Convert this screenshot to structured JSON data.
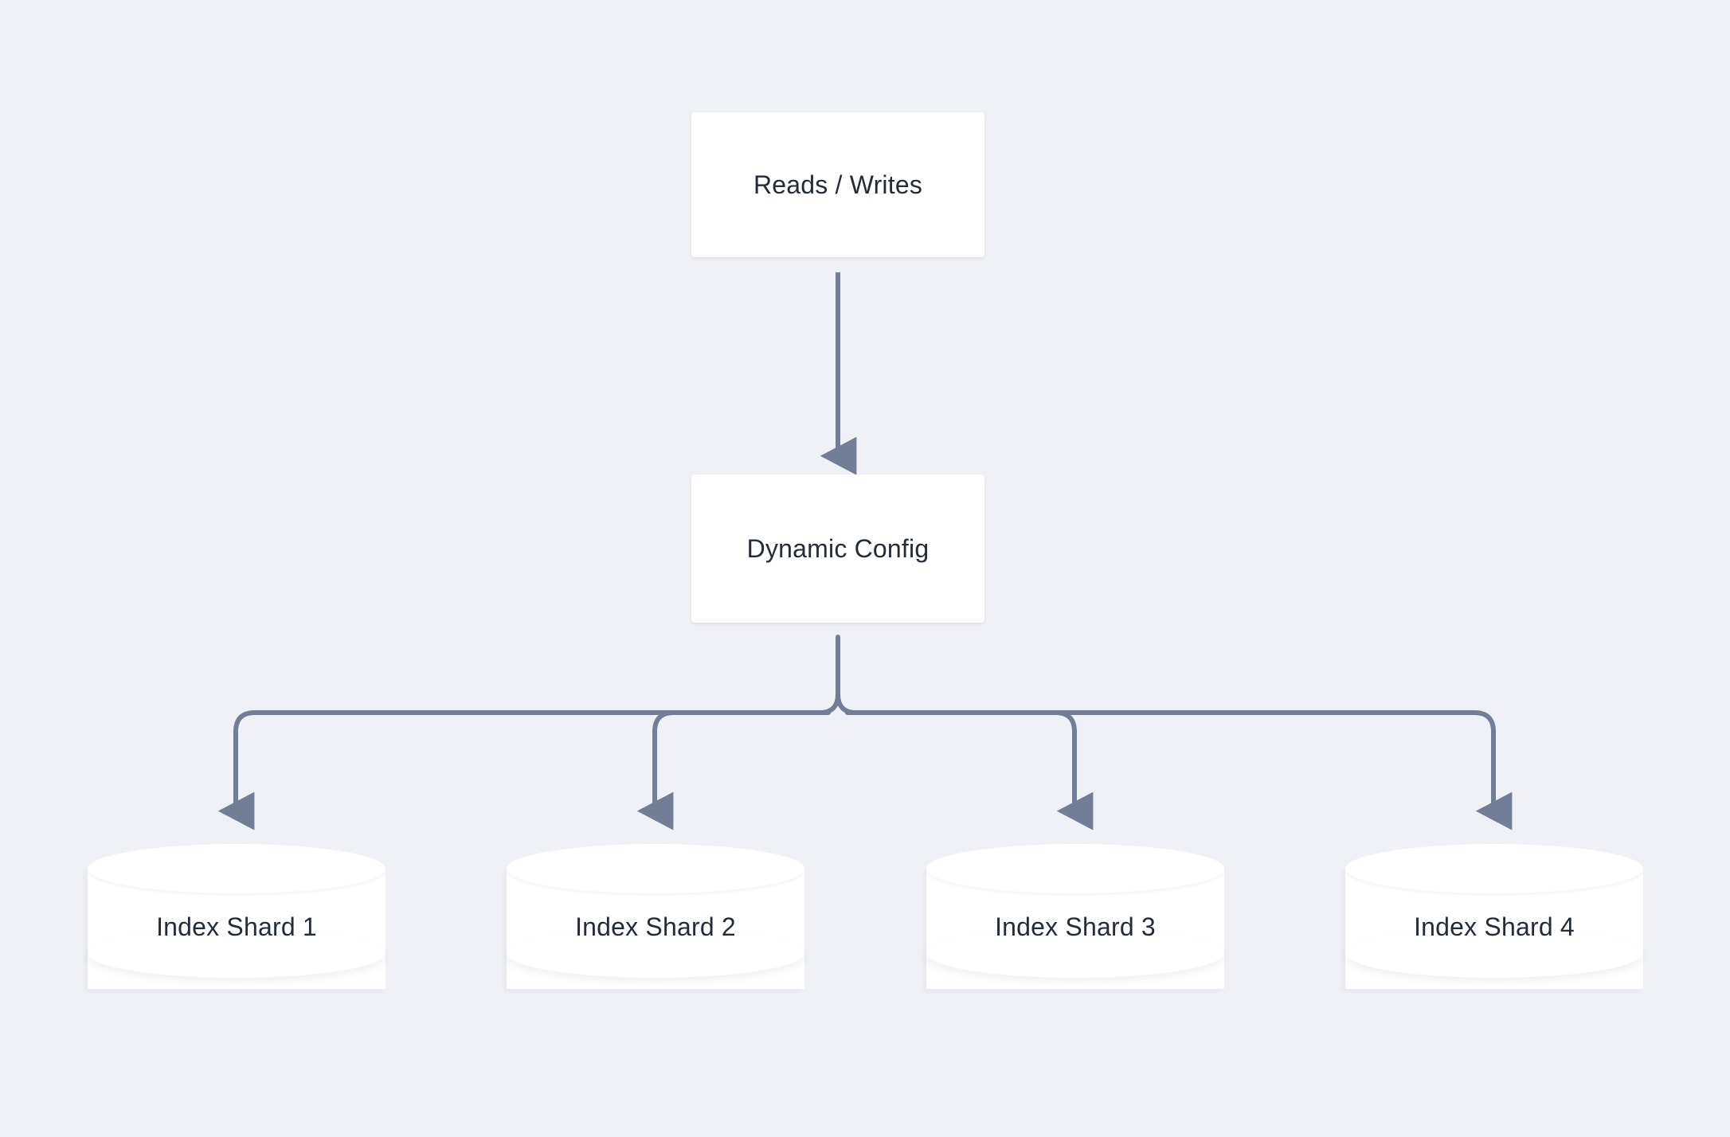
{
  "diagram": {
    "title": "Sharded index routing diagram",
    "background_color": "#f0f1f6",
    "connector_color": "#717e95",
    "node_fill_color": "#ffffff",
    "text_color": "#232c39",
    "nodes": {
      "reads_writes": {
        "label": "Reads / Writes",
        "shape": "rectangle"
      },
      "dynamic_config": {
        "label": "Dynamic Config",
        "shape": "rectangle"
      }
    },
    "shards": [
      {
        "label": "Index Shard 1",
        "shape": "cylinder"
      },
      {
        "label": "Index Shard 2",
        "shape": "cylinder"
      },
      {
        "label": "Index Shard 3",
        "shape": "cylinder"
      },
      {
        "label": "Index Shard 4",
        "shape": "cylinder"
      }
    ],
    "edges": [
      {
        "from": "Reads / Writes",
        "to": "Dynamic Config",
        "style": "straight-arrow"
      },
      {
        "from": "Dynamic Config",
        "to": "Index Shard 1",
        "style": "orthogonal-arrow"
      },
      {
        "from": "Dynamic Config",
        "to": "Index Shard 2",
        "style": "orthogonal-arrow"
      },
      {
        "from": "Dynamic Config",
        "to": "Index Shard 3",
        "style": "orthogonal-arrow"
      },
      {
        "from": "Dynamic Config",
        "to": "Index Shard 4",
        "style": "orthogonal-arrow"
      }
    ]
  }
}
